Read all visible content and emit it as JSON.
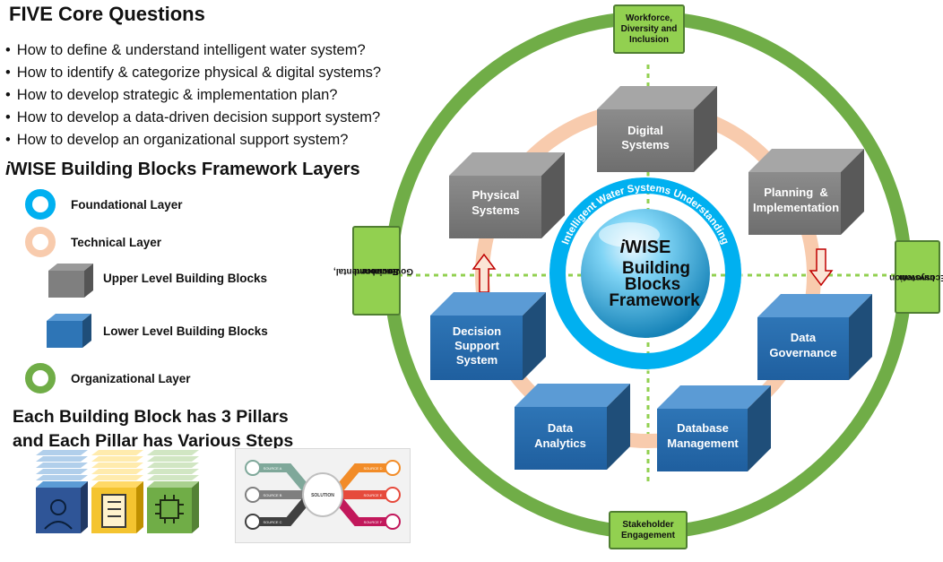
{
  "core_questions": {
    "title": "FIVE Core Questions",
    "items": [
      "How to define & understand intelligent water system?",
      "How to identify & categorize physical & digital systems?",
      "How to develop strategic & implementation plan?",
      "How to develop a data-driven decision support system?",
      "How to develop an organizational support system?"
    ]
  },
  "framework_layers": {
    "title_prefix": "i",
    "title_rest": "WISE Building Blocks Framework Layers",
    "legend": [
      {
        "label": "Foundational Layer",
        "color": "#00b0f0"
      },
      {
        "label": "Technical Layer",
        "color": "#f8cbad"
      },
      {
        "label": "Upper Level Building Blocks",
        "color": "#7f7f7f"
      },
      {
        "label": "Lower Level Building Blocks",
        "color": "#2e75b6"
      },
      {
        "label": "Organizational Layer",
        "color": "#70ad47"
      }
    ]
  },
  "pillars_note": {
    "line1": "Each Building Block has 3 Pillars",
    "line2": "and Each Pillar has Various Steps"
  },
  "infographic": {
    "center": "SOLUTION",
    "left_labels": [
      "SOURCE A",
      "SOURCE B",
      "SOURCE C"
    ],
    "right_labels": [
      "SOURCE D",
      "SOURCE E",
      "SOURCE F"
    ]
  },
  "diagram": {
    "center": {
      "prefix": "i",
      "line1_rest": "WISE",
      "line2": "Building",
      "line3": "Blocks",
      "line4": "Framework"
    },
    "ring_text": "Intelligent Water Systems Understanding",
    "upper_blocks": [
      {
        "line1": "Digital",
        "line2": "Systems"
      },
      {
        "line1": "Physical",
        "line2": "Systems"
      },
      {
        "line1": "Planning  &",
        "line2": "Implementation"
      }
    ],
    "lower_blocks": [
      {
        "lines": [
          "Decision",
          "Support",
          "System"
        ]
      },
      {
        "lines": [
          "Data",
          "Governance"
        ]
      },
      {
        "lines": [
          "Data",
          "Analytics"
        ]
      },
      {
        "lines": [
          "Database",
          "Management"
        ]
      }
    ],
    "org_tags": {
      "top": [
        "Workforce,",
        "Diversity and",
        "Inclusion"
      ],
      "bottom": [
        "Stakeholder",
        "Engagement"
      ],
      "left": [
        "Environmental,",
        "Social and",
        "Governance"
      ],
      "right": [
        "Innovation",
        "Ecosystem"
      ]
    },
    "colors": {
      "organizational": "#70ad47",
      "technical": "#f8cbad",
      "foundational": "#00b0f0",
      "upper_block": "#7f7f7f",
      "lower_block": "#2e75b6"
    }
  }
}
